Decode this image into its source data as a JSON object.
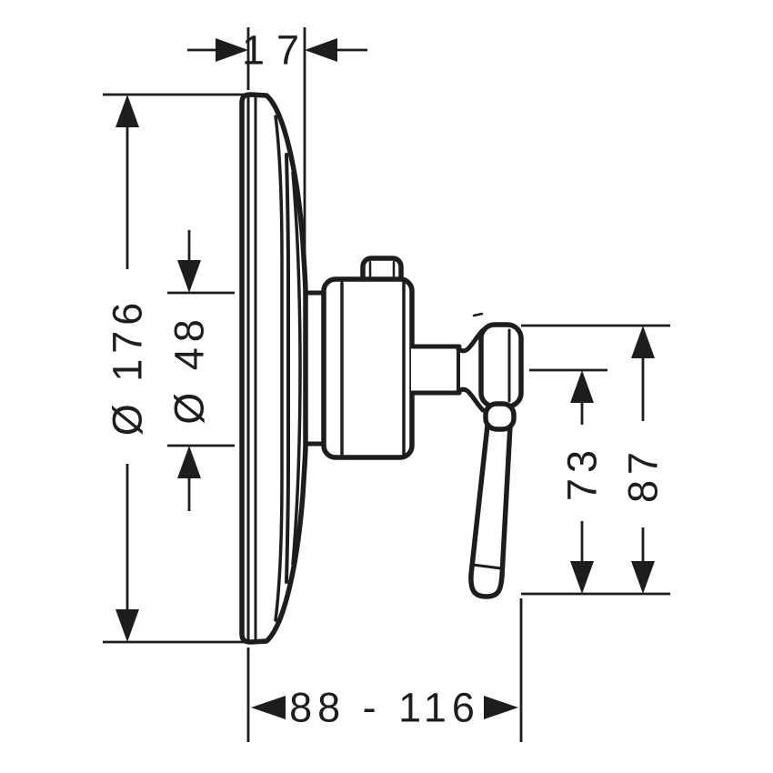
{
  "colors": {
    "background": "#ffffff",
    "ink": "#1d1d1b"
  },
  "drawing": {
    "dimensions": {
      "plate_depth": {
        "label": "17"
      },
      "plate_diameter": {
        "label": "Ø 176"
      },
      "sleeve_diameter": {
        "label": "Ø 48"
      },
      "lever_drop": {
        "label": "73"
      },
      "handle_height": {
        "label": "87"
      },
      "projection_range": {
        "label": "88 - 116"
      }
    }
  }
}
